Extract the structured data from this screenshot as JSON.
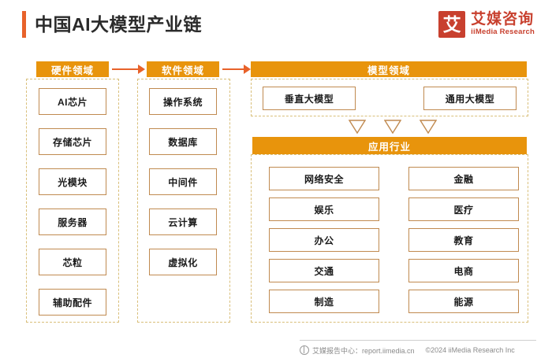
{
  "header": {
    "title": "中国AI大模型产业链",
    "brand": {
      "mark": "艾",
      "name_cn": "艾媒咨询",
      "name_en": "iiMedia Research"
    },
    "accent_color": "#e8622a"
  },
  "colors": {
    "header_bar": "#e8940c",
    "node_border": "#c08a50",
    "dashed_border": "#d9bf7a",
    "arrow": "#e8622a",
    "brand": "#c8402e"
  },
  "columns": {
    "hardware": {
      "header": "硬件领域",
      "items": [
        "AI芯片",
        "存储芯片",
        "光模块",
        "服务器",
        "芯粒",
        "辅助配件"
      ]
    },
    "software": {
      "header": "软件领域",
      "items": [
        "操作系统",
        "数据库",
        "中间件",
        "云计算",
        "虚拟化"
      ]
    },
    "model": {
      "header": "模型领域",
      "items": [
        "垂直大模型",
        "通用大模型"
      ]
    },
    "application": {
      "header": "应用行业",
      "left_items": [
        "网络安全",
        "娱乐",
        "办公",
        "交通",
        "制造"
      ],
      "right_items": [
        "金融",
        "医疗",
        "教育",
        "电商",
        "能源"
      ]
    }
  },
  "connectors": {
    "arrow_hardware_to_software": "arrow-right",
    "arrow_software_to_model": "arrow-right",
    "triangles": [
      "triangle-down",
      "triangle-down",
      "triangle-down"
    ]
  },
  "footer": {
    "report_label": "艾媒报告中心：report.iimedia.cn",
    "copyright": "©2024 iiMedia Research Inc"
  }
}
